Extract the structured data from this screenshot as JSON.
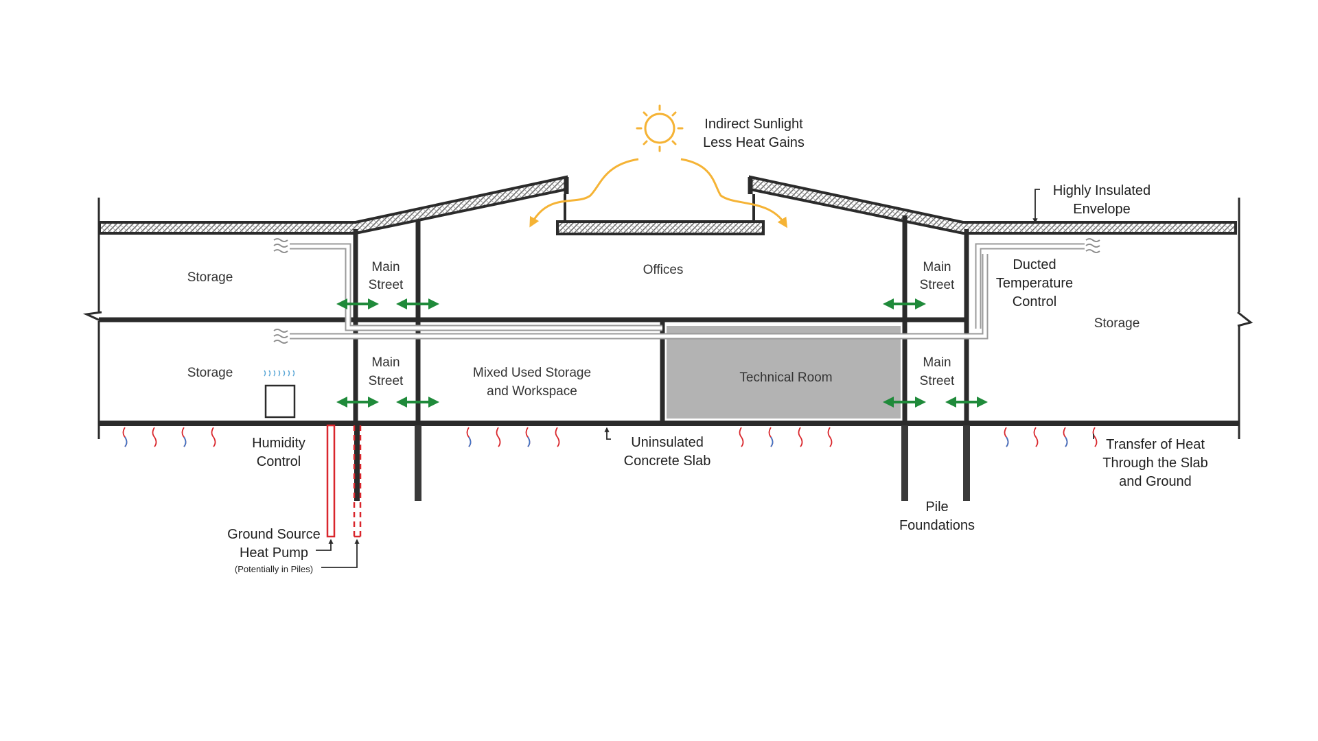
{
  "labels": {
    "sunlight_line1": "Indirect Sunlight",
    "sunlight_line2": "Less Heat Gains",
    "envelope_line1": "Highly Insulated",
    "envelope_line2": "Envelope",
    "storage_upper_left": "Storage",
    "storage_lower_left": "Storage",
    "storage_right": "Storage",
    "main_street_ul_1": "Main",
    "main_street_ul_2": "Street",
    "main_street_ll_1": "Main",
    "main_street_ll_2": "Street",
    "main_street_ur_1": "Main",
    "main_street_ur_2": "Street",
    "main_street_lr_1": "Main",
    "main_street_lr_2": "Street",
    "offices": "Offices",
    "ducted_1": "Ducted",
    "ducted_2": "Temperature",
    "ducted_3": "Control",
    "mixed_1": "Mixed Used Storage",
    "mixed_2": "and Workspace",
    "technical_room": "Technical Room",
    "humidity_1": "Humidity",
    "humidity_2": "Control",
    "slab_1": "Uninsulated",
    "slab_2": "Concrete Slab",
    "transfer_1": "Transfer of Heat",
    "transfer_2": "Through the Slab",
    "transfer_3": "and Ground",
    "pile_1": "Pile",
    "pile_2": "Foundations",
    "gshp_1": "Ground Source",
    "gshp_2": "Heat Pump",
    "gshp_3": "(Potentially in Piles)"
  },
  "colors": {
    "structure": "#2b2b2b",
    "insulation": "#6e6e6e",
    "sun": "#f5b335",
    "circulation_arrow": "#1f8a3a",
    "duct": "#9a9a9a",
    "technical_room_fill": "#b3b3b3",
    "heat_pipe": "#d9262c",
    "heat_wave_warm": "#d9262c",
    "heat_wave_cool": "#3f73c4"
  },
  "icons": [
    "sun-icon",
    "circulation-arrow-icon",
    "air-vent-icon",
    "humidifier-icon",
    "heat-wave-icon",
    "break-line-icon"
  ]
}
